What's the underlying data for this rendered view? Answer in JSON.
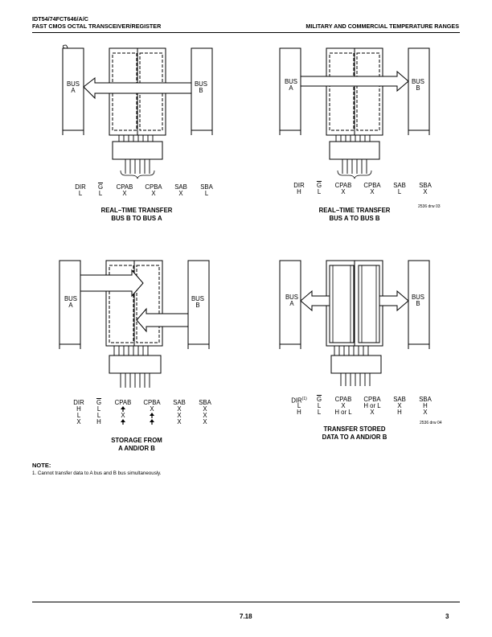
{
  "header": {
    "part_number": "IDT54/74FCT646/A/C",
    "subtitle": "FAST CMOS OCTAL TRANSCEIVER/REGISTER",
    "range": "MILITARY AND COMMERCIAL TEMPERATURE RANGES"
  },
  "bus_labels": {
    "bus": "BUS",
    "a": "A",
    "b": "B"
  },
  "columns": {
    "dir": "DIR",
    "g": "G",
    "cpab": "CPAB",
    "cpba": "CPBA",
    "sab": "SAB",
    "sba": "SBA",
    "note_ref": "(1)"
  },
  "diagrams": [
    {
      "caption": [
        "REAL–TIME TRANSFER",
        "BUS B TO BUS A"
      ],
      "rows": [
        {
          "dir": "L",
          "g": "L",
          "cpab": "X",
          "cpba": "X",
          "sab": "X",
          "sba": "L"
        }
      ],
      "code": ""
    },
    {
      "caption": [
        "REAL–TIME TRANSFER",
        "BUS A TO BUS B"
      ],
      "rows": [
        {
          "dir": "H",
          "g": "L",
          "cpab": "X",
          "cpba": "X",
          "sab": "L",
          "sba": "X"
        }
      ],
      "code": "2536 drw 03"
    },
    {
      "caption": [
        "STORAGE FROM",
        "A AND/OR B"
      ],
      "rows": [
        {
          "dir": "H",
          "g": "L",
          "cpab": "",
          "cpba": "X",
          "sab": "X",
          "sba": "X"
        },
        {
          "dir": "L",
          "g": "L",
          "cpab": "X",
          "cpba": "",
          "sab": "X",
          "sba": "X"
        },
        {
          "dir": "X",
          "g": "H",
          "cpab": "",
          "cpba": "",
          "sab": "X",
          "sba": "X"
        }
      ],
      "code": ""
    },
    {
      "caption": [
        "TRANSFER STORED",
        "DATA TO A AND/OR B"
      ],
      "rows": [
        {
          "dir": "L",
          "g": "L",
          "cpab": "X",
          "cpba": "H or L",
          "sab": "X",
          "sba": "H"
        },
        {
          "dir": "H",
          "g": "L",
          "cpab": "H or L",
          "cpba": "X",
          "sab": "H",
          "sba": "X"
        }
      ],
      "code": "2536 drw 04"
    }
  ],
  "note": {
    "title": "NOTE:",
    "items": [
      "1.   Cannot transfer data to A bus and B bus simultaneously."
    ]
  },
  "footer": {
    "section": "7.18",
    "page": "3"
  }
}
